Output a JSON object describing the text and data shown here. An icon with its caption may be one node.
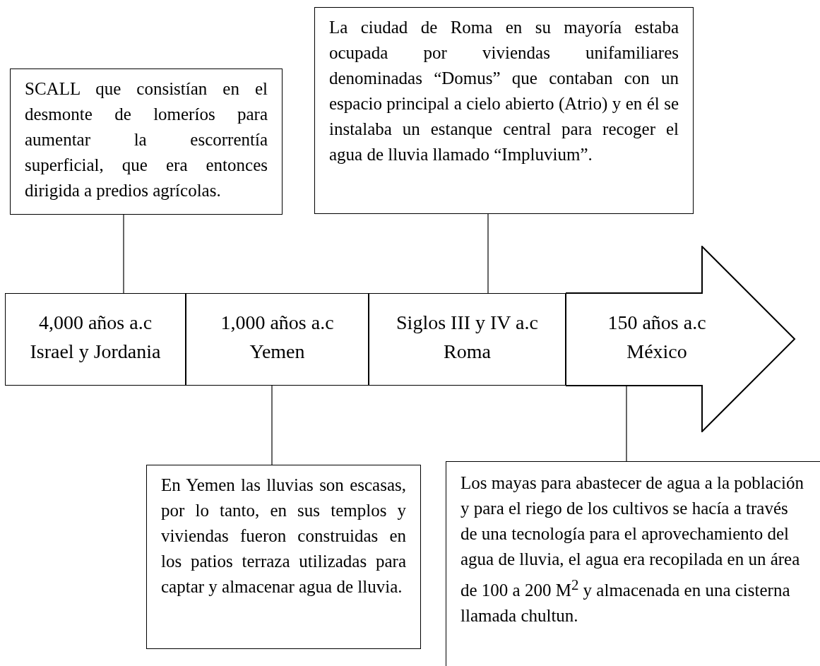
{
  "diagram": {
    "nodes": [
      {
        "text": [
          "SCALL que consistían en el desmonte de lomeríos para aumentar la escorrentía superficial, que era entonces dirigida a predios agrícolas."
        ]
      },
      {
        "text": [
          "La ciudad de Roma en su mayoría estaba ocupada por viviendas unifamiliares denominadas “Domus” que contaban con un espacio principal a cielo abierto (Atrio) y en él se instalaba un estanque central para recoger el agua de lluvia llamado “Impluvium”."
        ]
      },
      {
        "text": [
          "4,000 años a.c",
          "Israel y Jordania"
        ]
      },
      {
        "text": [
          "1,000 años a.c",
          "Yemen"
        ]
      },
      {
        "text": [
          "Siglos III y IV a.c",
          "Roma"
        ]
      },
      {
        "text": [
          "150 años a.c",
          "México"
        ]
      },
      {
        "text": [
          "En Yemen las lluvias son escasas, por lo tanto, en sus templos y viviendas fueron construidas en los patios terraza utilizadas para captar y almacenar agua de lluvia."
        ]
      },
      {
        "text": [
          "Los mayas para abastecer de agua a la población y para el riego de los cultivos se hacía a través de una tecnología para el aprovechamiento del agua de lluvia, el agua era recopilada en un área de 100 a 200 M$^{2}$ y almacenada en una cisterna llamada chultun."
        ]
      }
    ],
    "edges": [
      {
        "from": 0,
        "to": 2,
        "arrow": "none"
      },
      {
        "from": 1,
        "to": 4,
        "arrow": "none"
      },
      {
        "from": 3,
        "to": 6,
        "arrow": "none"
      },
      {
        "from": 5,
        "to": 7,
        "arrow": "none"
      }
    ]
  }
}
